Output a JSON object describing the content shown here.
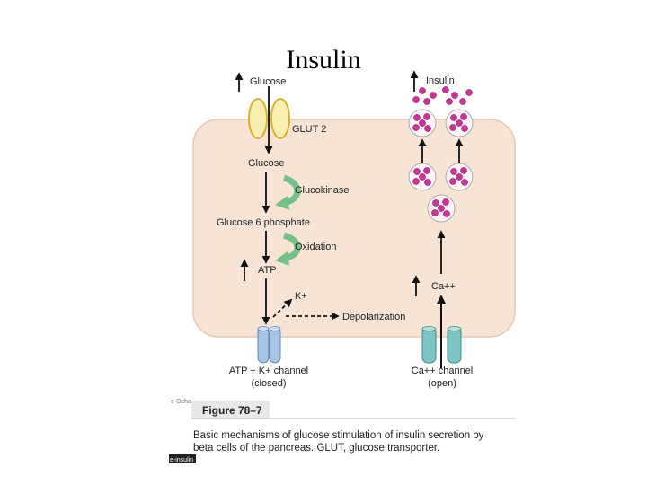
{
  "slide": {
    "title": "Insulin"
  },
  "left_path": {
    "glucose_outside": "Glucose",
    "transporter": "GLUT 2",
    "glucose_inside": "Glucose",
    "enzyme": "Glucokinase",
    "product": "Glucose 6 phosphate",
    "process": "Oxidation",
    "atp": "ATP",
    "potassium": "K+",
    "effect": "Depolarization",
    "channel_name": "ATP + K+ channel",
    "channel_state": "(closed)"
  },
  "right_path": {
    "hormone": "Insulin",
    "calcium": "Ca++",
    "channel_name": "Ca++ channel",
    "channel_state": "(open)"
  },
  "figure": {
    "label": "Figure 78–7",
    "caption_line1": "Basic mechanisms of glucose stimulation of insulin secretion by",
    "caption_line2": "beta cells of the pancreas. GLUT, glucose transporter.",
    "overlay_top": "e-Ocha",
    "overlay_bottom": "e-insulin"
  },
  "colors": {
    "cell": "#f8e4d4",
    "cell_border": "#e3c9b3",
    "glut": "#f7eeb0",
    "glut_border": "#d9b233",
    "arrow_green": "#76c08a",
    "k_channel": "#a8c4e4",
    "ca_channel": "#7ec4c4",
    "granule": "#cc3399",
    "figure_bar": "#e8e8e8"
  }
}
